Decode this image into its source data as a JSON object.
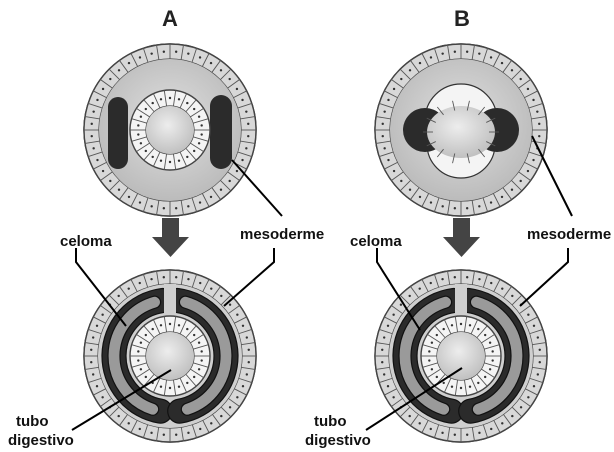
{
  "panels": [
    {
      "letter": "A"
    },
    {
      "letter": "B"
    }
  ],
  "labels": {
    "celoma_a": "celoma",
    "mesoderme_a": "mesoderme",
    "tubo_a_line1": "tubo",
    "tubo_a_line2": "digestivo",
    "celoma_b": "celoma",
    "mesoderme_b": "mesoderme",
    "tubo_b_line1": "tubo",
    "tubo_b_line2": "digestivo"
  },
  "colors": {
    "ectoderm": "#d8d8d8",
    "blastocoel": "#c4c4c4",
    "mesoderm": "#2b2b2b",
    "endoderm": "#f4f4f4",
    "lumen": "#cfcfcf",
    "arrow": "#444444"
  }
}
